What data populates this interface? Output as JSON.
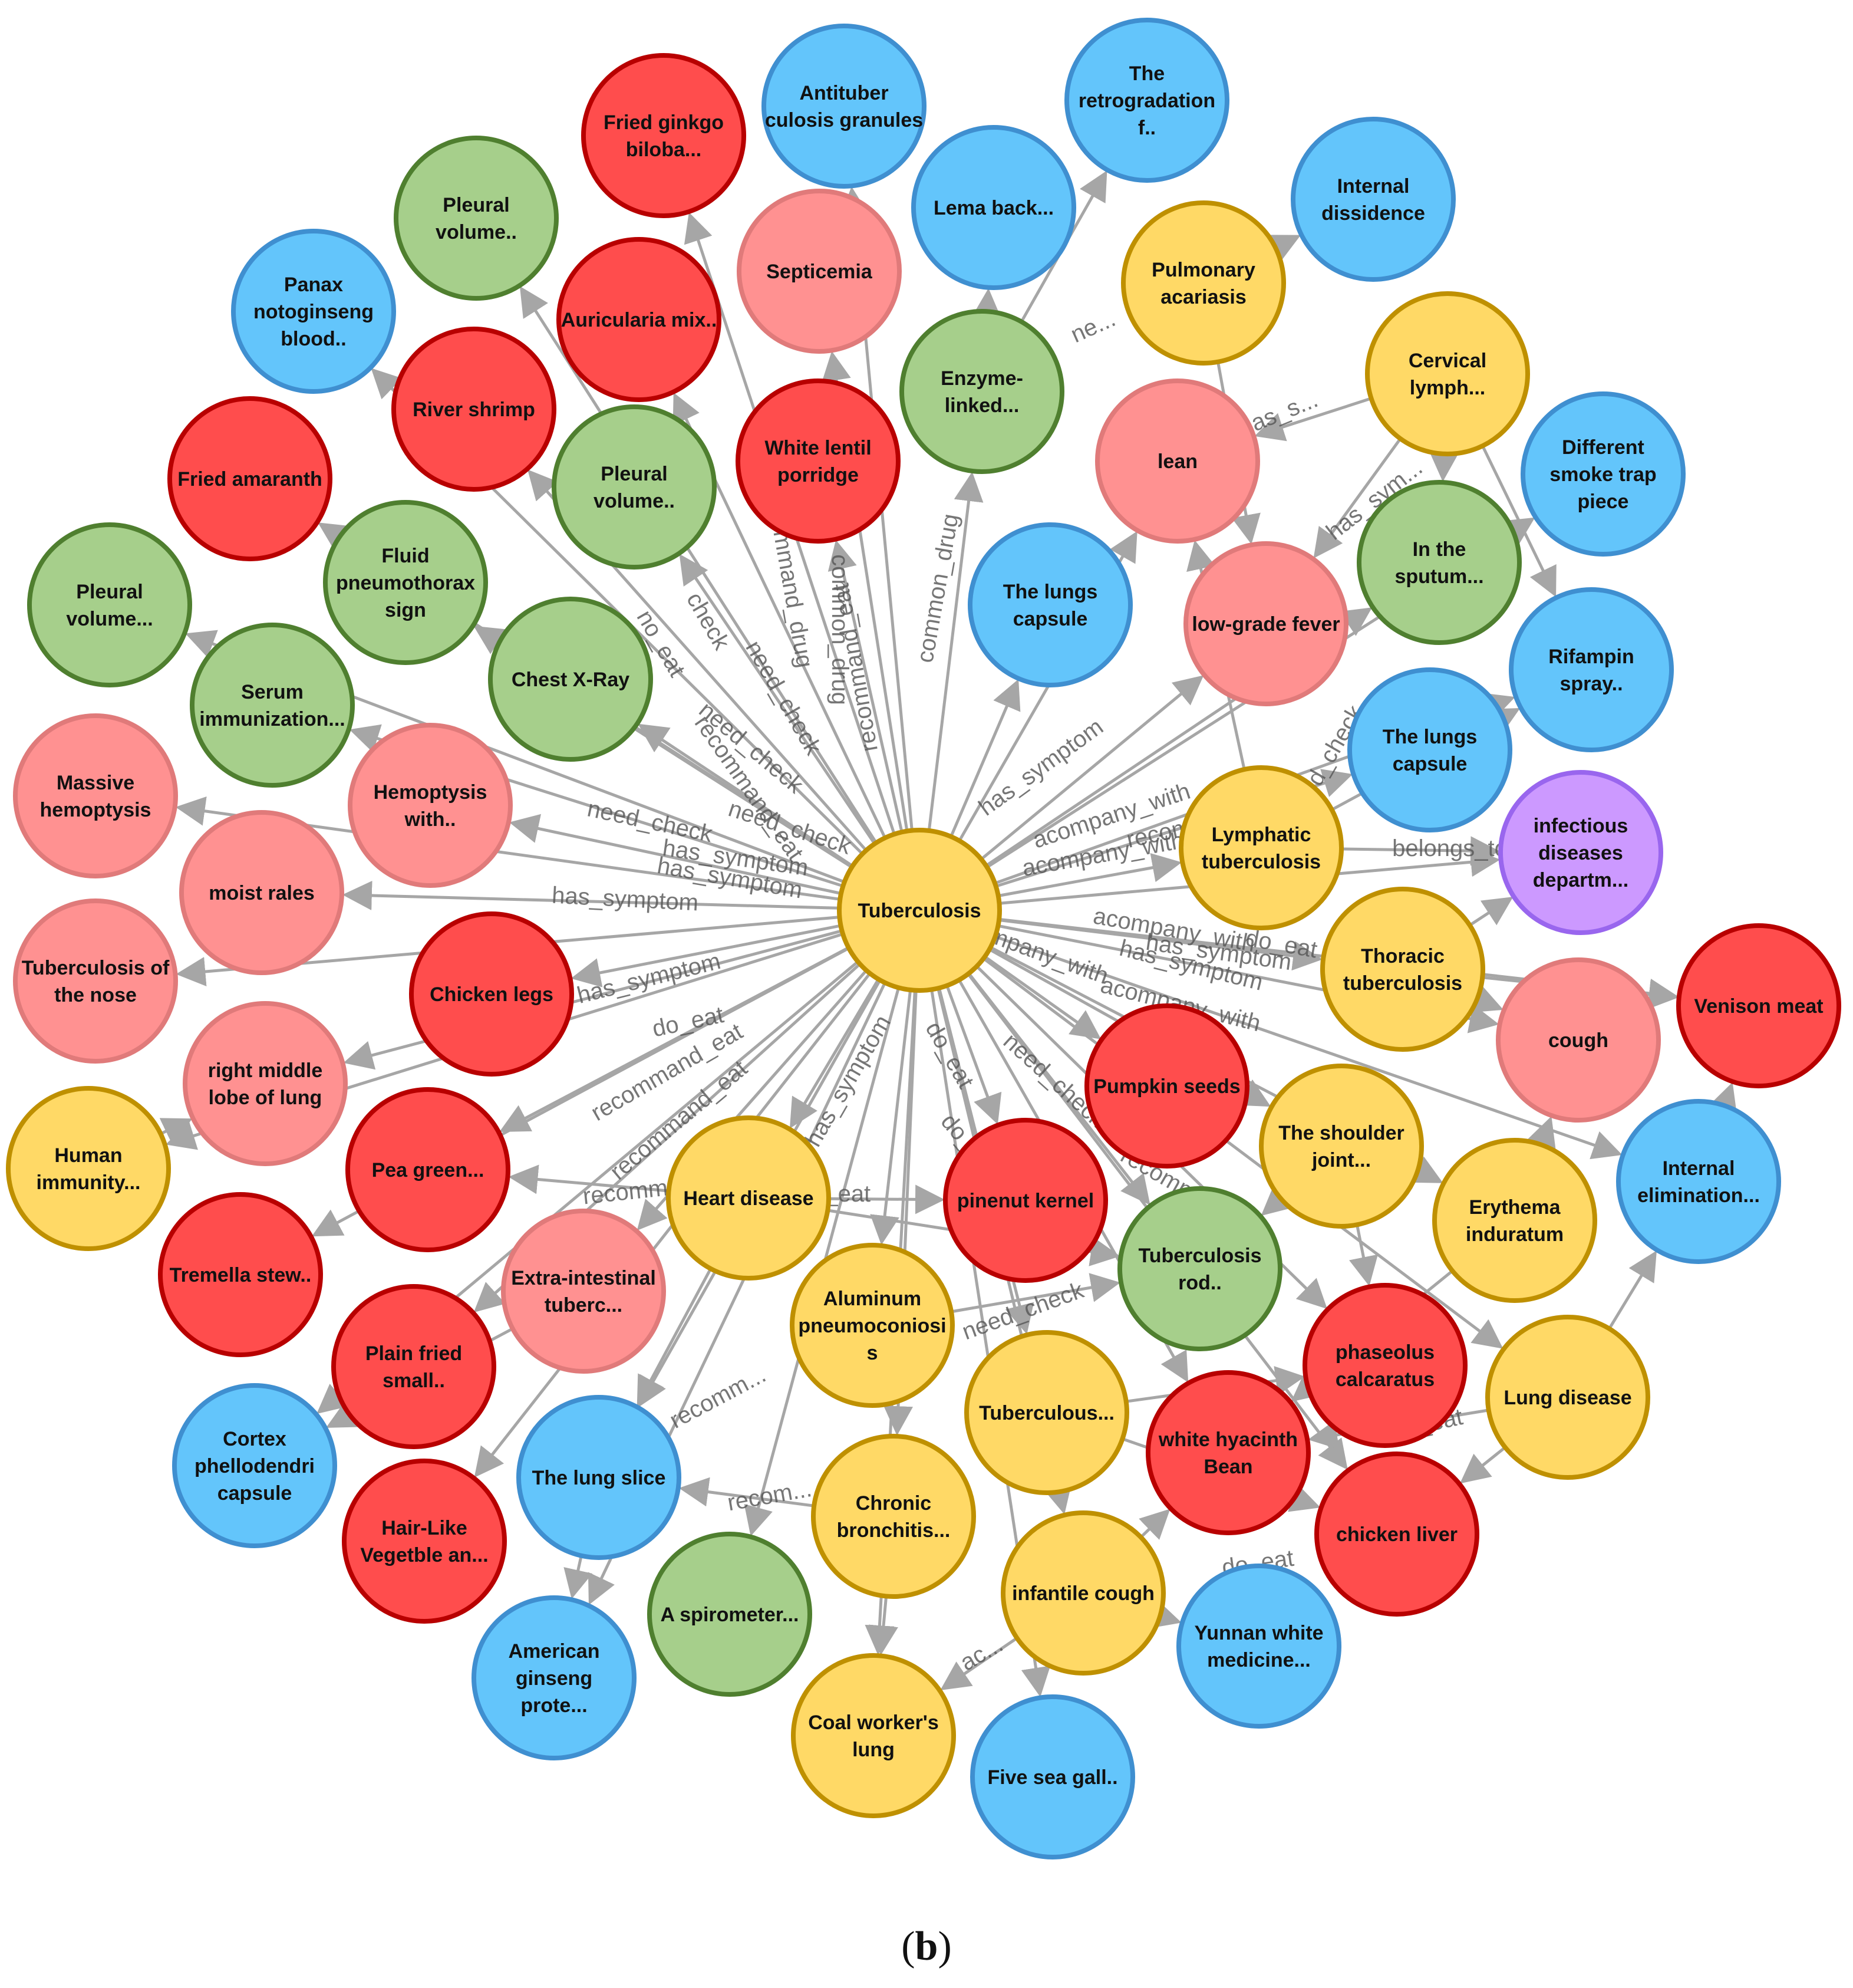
{
  "caption": {
    "open": "(",
    "letter": "b",
    "close": ")"
  },
  "palette": {
    "yellow": {
      "fill": "#ffd966",
      "stroke": "#bf9000"
    },
    "blue": {
      "fill": "#63c5fb",
      "stroke": "#3f8fd0"
    },
    "red": {
      "fill": "#ff4d4d",
      "stroke": "#b80000"
    },
    "pink": {
      "fill": "#ff9191",
      "stroke": "#e07a7a"
    },
    "green": {
      "fill": "#a6cf8b",
      "stroke": "#4f7f2f"
    },
    "purple": {
      "fill": "#cc99ff",
      "stroke": "#9966ee"
    },
    "edge": "#a6a6a6"
  },
  "center_id": "tuberculosis",
  "nodes": [
    {
      "id": "tuberculosis",
      "color": "yellow",
      "lines": [
        "Tuberculosis"
      ]
    },
    {
      "id": "antituber",
      "color": "blue",
      "lines": [
        "Antituber",
        "culosis granules"
      ]
    },
    {
      "id": "retrograd",
      "color": "blue",
      "lines": [
        "The",
        "retrogradation",
        "f.."
      ]
    },
    {
      "id": "fried-ginkgo",
      "color": "red",
      "lines": [
        "Fried ginkgo",
        "biloba..."
      ]
    },
    {
      "id": "pleural-vol-1",
      "color": "green",
      "lines": [
        "Pleural",
        "volume.."
      ]
    },
    {
      "id": "lema",
      "color": "blue",
      "lines": [
        "Lema back..."
      ]
    },
    {
      "id": "internal-dissidence",
      "color": "blue",
      "lines": [
        "Internal",
        "dissidence"
      ]
    },
    {
      "id": "septicemia",
      "color": "pink",
      "lines": [
        "Septicemia"
      ]
    },
    {
      "id": "panax",
      "color": "blue",
      "lines": [
        "Panax",
        "notoginseng",
        "blood.."
      ]
    },
    {
      "id": "auricularia",
      "color": "red",
      "lines": [
        "Auricularia mix.."
      ]
    },
    {
      "id": "pulmonary-acariasis",
      "color": "yellow",
      "lines": [
        "Pulmonary",
        "acariasis"
      ]
    },
    {
      "id": "river-shrimp",
      "color": "red",
      "lines": [
        "River shrimp"
      ]
    },
    {
      "id": "enzyme",
      "color": "green",
      "lines": [
        "Enzyme-",
        "linked..."
      ]
    },
    {
      "id": "cervical",
      "color": "yellow",
      "lines": [
        "Cervical",
        "lymph..."
      ]
    },
    {
      "id": "white-lentil",
      "color": "red",
      "lines": [
        "White lentil",
        "porridge"
      ]
    },
    {
      "id": "fried-amaranth",
      "color": "red",
      "lines": [
        "Fried amaranth"
      ]
    },
    {
      "id": "pleural-vol-2",
      "color": "green",
      "lines": [
        "Pleural",
        "volume.."
      ]
    },
    {
      "id": "lean",
      "color": "pink",
      "lines": [
        "lean"
      ]
    },
    {
      "id": "diff-smoke",
      "color": "blue",
      "lines": [
        "Different",
        "smoke trap",
        "piece"
      ]
    },
    {
      "id": "fluid-pneumo",
      "color": "green",
      "lines": [
        "Fluid",
        "pneumothorax",
        "sign"
      ]
    },
    {
      "id": "pleural-vol-3",
      "color": "green",
      "lines": [
        "Pleural",
        "volume..."
      ]
    },
    {
      "id": "in-sputum",
      "color": "green",
      "lines": [
        "In the",
        "sputum..."
      ]
    },
    {
      "id": "lungs-capsule-1",
      "color": "blue",
      "lines": [
        "The lungs",
        "capsule"
      ]
    },
    {
      "id": "low-grade-fever",
      "color": "pink",
      "lines": [
        "low-grade fever"
      ]
    },
    {
      "id": "rifampin",
      "color": "blue",
      "lines": [
        "Rifampin",
        "spray.."
      ]
    },
    {
      "id": "chest-xray",
      "color": "green",
      "lines": [
        "Chest X-Ray"
      ]
    },
    {
      "id": "serum",
      "color": "green",
      "lines": [
        "Serum",
        "immunization..."
      ]
    },
    {
      "id": "lungs-capsule-2",
      "color": "blue",
      "lines": [
        "The lungs",
        "capsule"
      ]
    },
    {
      "id": "massive-hemoptysis",
      "color": "pink",
      "lines": [
        "Massive",
        "hemoptysis"
      ]
    },
    {
      "id": "hemoptysis-with",
      "color": "pink",
      "lines": [
        "Hemoptysis",
        "with.."
      ]
    },
    {
      "id": "lymphatic-tb",
      "color": "yellow",
      "lines": [
        "Lymphatic",
        "tuberculosis"
      ]
    },
    {
      "id": "infectious-dept",
      "color": "purple",
      "lines": [
        "infectious",
        "diseases",
        "departm..."
      ]
    },
    {
      "id": "moist-rales",
      "color": "pink",
      "lines": [
        "moist rales"
      ]
    },
    {
      "id": "tb-nose",
      "color": "pink",
      "lines": [
        "Tuberculosis of",
        "the nose"
      ]
    },
    {
      "id": "chicken-legs",
      "color": "red",
      "lines": [
        "Chicken legs"
      ]
    },
    {
      "id": "thoracic-tb",
      "color": "yellow",
      "lines": [
        "Thoracic",
        "tuberculosis"
      ]
    },
    {
      "id": "venison",
      "color": "red",
      "lines": [
        "Venison meat"
      ]
    },
    {
      "id": "cough",
      "color": "pink",
      "lines": [
        "cough"
      ]
    },
    {
      "id": "right-middle",
      "color": "pink",
      "lines": [
        "right middle",
        "lobe of lung"
      ]
    },
    {
      "id": "pumpkin-seeds",
      "color": "red",
      "lines": [
        "Pumpkin seeds"
      ]
    },
    {
      "id": "human-immunity",
      "color": "yellow",
      "lines": [
        "Human",
        "immunity..."
      ]
    },
    {
      "id": "pea-green",
      "color": "red",
      "lines": [
        "Pea green..."
      ]
    },
    {
      "id": "shoulder-joint",
      "color": "yellow",
      "lines": [
        "The shoulder",
        "joint..."
      ]
    },
    {
      "id": "internal-elim",
      "color": "blue",
      "lines": [
        "Internal",
        "elimination..."
      ]
    },
    {
      "id": "heart-disease",
      "color": "yellow",
      "lines": [
        "Heart disease"
      ]
    },
    {
      "id": "pinenut",
      "color": "red",
      "lines": [
        "pinenut kernel"
      ]
    },
    {
      "id": "erythema",
      "color": "yellow",
      "lines": [
        "Erythema",
        "induratum"
      ]
    },
    {
      "id": "tremella",
      "color": "red",
      "lines": [
        "Tremella stew.."
      ]
    },
    {
      "id": "tb-rod",
      "color": "green",
      "lines": [
        "Tuberculosis",
        "rod.."
      ]
    },
    {
      "id": "extra-intestinal",
      "color": "pink",
      "lines": [
        "Extra-intestinal",
        "tuberc..."
      ]
    },
    {
      "id": "aluminum",
      "color": "yellow",
      "lines": [
        "Aluminum",
        "pneumoconiosi",
        "s"
      ]
    },
    {
      "id": "plain-fried",
      "color": "red",
      "lines": [
        "Plain fried",
        "small.."
      ]
    },
    {
      "id": "phaseolus",
      "color": "red",
      "lines": [
        "phaseolus",
        "calcaratus"
      ]
    },
    {
      "id": "lung-disease",
      "color": "yellow",
      "lines": [
        "Lung disease"
      ]
    },
    {
      "id": "tuberculous",
      "color": "yellow",
      "lines": [
        "Tuberculous..."
      ]
    },
    {
      "id": "cortex",
      "color": "blue",
      "lines": [
        "Cortex",
        "phellodendri",
        "capsule"
      ]
    },
    {
      "id": "white-hyacinth",
      "color": "red",
      "lines": [
        "white hyacinth",
        "Bean"
      ]
    },
    {
      "id": "lung-slice",
      "color": "blue",
      "lines": [
        "The lung slice"
      ]
    },
    {
      "id": "chronic-bronchitis",
      "color": "yellow",
      "lines": [
        "Chronic",
        "bronchitis..."
      ]
    },
    {
      "id": "hair-like",
      "color": "red",
      "lines": [
        "Hair-Like",
        "Vegetble an..."
      ]
    },
    {
      "id": "chicken-liver",
      "color": "red",
      "lines": [
        "chicken liver"
      ]
    },
    {
      "id": "infantile-cough",
      "color": "yellow",
      "lines": [
        "infantile cough"
      ]
    },
    {
      "id": "spirometer",
      "color": "green",
      "lines": [
        "A spirometer..."
      ]
    },
    {
      "id": "american-ginseng",
      "color": "blue",
      "lines": [
        "American",
        "ginseng",
        "prote..."
      ]
    },
    {
      "id": "yunnan",
      "color": "blue",
      "lines": [
        "Yunnan white",
        "medicine..."
      ]
    },
    {
      "id": "coal-worker",
      "color": "yellow",
      "lines": [
        "Coal worker's",
        "lung"
      ]
    },
    {
      "id": "five-sea",
      "color": "blue",
      "lines": [
        "Five sea gall.."
      ]
    }
  ],
  "edges": [
    {
      "from": "tuberculosis",
      "to": "antituber"
    },
    {
      "from": "tuberculosis",
      "to": "fried-ginkgo"
    },
    {
      "from": "tuberculosis",
      "to": "pleural-vol-1"
    },
    {
      "from": "tuberculosis",
      "to": "septicemia"
    },
    {
      "from": "tuberculosis",
      "to": "auricularia"
    },
    {
      "from": "tuberculosis",
      "to": "river-shrimp"
    },
    {
      "from": "tuberculosis",
      "to": "white-lentil"
    },
    {
      "from": "tuberculosis",
      "to": "panax"
    },
    {
      "from": "tuberculosis",
      "to": "enzyme"
    },
    {
      "from": "tuberculosis",
      "to": "fried-amaranth"
    },
    {
      "from": "tuberculosis",
      "to": "pleural-vol-2"
    },
    {
      "from": "tuberculosis",
      "to": "fluid-pneumo"
    },
    {
      "from": "tuberculosis",
      "to": "pleural-vol-3"
    },
    {
      "from": "tuberculosis",
      "to": "chest-xray"
    },
    {
      "from": "tuberculosis",
      "to": "serum"
    },
    {
      "from": "tuberculosis",
      "to": "lungs-capsule-1"
    },
    {
      "from": "tuberculosis",
      "to": "lean"
    },
    {
      "from": "tuberculosis",
      "to": "low-grade-fever"
    },
    {
      "from": "tuberculosis",
      "to": "massive-hemoptysis"
    },
    {
      "from": "tuberculosis",
      "to": "hemoptysis-with"
    },
    {
      "from": "tuberculosis",
      "to": "moist-rales"
    },
    {
      "from": "tuberculosis",
      "to": "tb-nose"
    },
    {
      "from": "tuberculosis",
      "to": "chicken-legs"
    },
    {
      "from": "tuberculosis",
      "to": "right-middle"
    },
    {
      "from": "tuberculosis",
      "to": "human-immunity"
    },
    {
      "from": "tuberculosis",
      "to": "pea-green"
    },
    {
      "from": "tuberculosis",
      "to": "tremella"
    },
    {
      "from": "tuberculosis",
      "to": "plain-fried"
    },
    {
      "from": "tuberculosis",
      "to": "extra-intestinal"
    },
    {
      "from": "tuberculosis",
      "to": "heart-disease"
    },
    {
      "from": "tuberculosis",
      "to": "lung-slice"
    },
    {
      "from": "tuberculosis",
      "to": "cortex"
    },
    {
      "from": "tuberculosis",
      "to": "hair-like"
    },
    {
      "from": "tuberculosis",
      "to": "aluminum"
    },
    {
      "from": "tuberculosis",
      "to": "spirometer"
    },
    {
      "from": "tuberculosis",
      "to": "american-ginseng"
    },
    {
      "from": "tuberculosis",
      "to": "chronic-bronchitis"
    },
    {
      "from": "tuberculosis",
      "to": "coal-worker"
    },
    {
      "from": "tuberculosis",
      "to": "pinenut"
    },
    {
      "from": "tuberculosis",
      "to": "tuberculous"
    },
    {
      "from": "tuberculosis",
      "to": "infantile-cough"
    },
    {
      "from": "tuberculosis",
      "to": "five-sea"
    },
    {
      "from": "tuberculosis",
      "to": "tb-rod"
    },
    {
      "from": "tuberculosis",
      "to": "pumpkin-seeds"
    },
    {
      "from": "tuberculosis",
      "to": "white-hyacinth"
    },
    {
      "from": "tuberculosis",
      "to": "shoulder-joint"
    },
    {
      "from": "tuberculosis",
      "to": "phaseolus"
    },
    {
      "from": "tuberculosis",
      "to": "chicken-liver"
    },
    {
      "from": "tuberculosis",
      "to": "erythema"
    },
    {
      "from": "tuberculosis",
      "to": "thoracic-tb"
    },
    {
      "from": "tuberculosis",
      "to": "cough"
    },
    {
      "from": "tuberculosis",
      "to": "venison"
    },
    {
      "from": "tuberculosis",
      "to": "lymphatic-tb"
    },
    {
      "from": "tuberculosis",
      "to": "infectious-dept"
    },
    {
      "from": "tuberculosis",
      "to": "lungs-capsule-2"
    },
    {
      "from": "tuberculosis",
      "to": "rifampin"
    },
    {
      "from": "tuberculosis",
      "to": "in-sputum"
    },
    {
      "from": "tuberculosis",
      "to": "diff-smoke"
    },
    {
      "from": "tuberculosis",
      "to": "internal-elim"
    },
    {
      "from": "tuberculosis",
      "to": "lung-disease"
    },
    {
      "from": "enzyme",
      "to": "retrograd"
    },
    {
      "from": "enzyme",
      "to": "lema"
    },
    {
      "from": "pulmonary-acariasis",
      "to": "internal-dissidence"
    },
    {
      "from": "pulmonary-acariasis",
      "to": "low-grade-fever"
    },
    {
      "from": "cervical",
      "to": "lean"
    },
    {
      "from": "cervical",
      "to": "in-sputum"
    },
    {
      "from": "cervical",
      "to": "rifampin"
    },
    {
      "from": "cervical",
      "to": "low-grade-fever"
    },
    {
      "from": "lymphatic-tb",
      "to": "lean"
    },
    {
      "from": "lymphatic-tb",
      "to": "infectious-dept"
    },
    {
      "from": "lymphatic-tb",
      "to": "rifampin"
    },
    {
      "from": "thoracic-tb",
      "to": "infectious-dept"
    },
    {
      "from": "thoracic-tb",
      "to": "cough"
    },
    {
      "from": "thoracic-tb",
      "to": "venison"
    },
    {
      "from": "internal-elim",
      "to": "venison"
    },
    {
      "from": "heart-disease",
      "to": "pinenut"
    },
    {
      "from": "heart-disease",
      "to": "pea-green"
    },
    {
      "from": "heart-disease",
      "to": "lung-slice"
    },
    {
      "from": "heart-disease",
      "to": "tb-rod"
    },
    {
      "from": "shoulder-joint",
      "to": "tb-rod"
    },
    {
      "from": "shoulder-joint",
      "to": "phaseolus"
    },
    {
      "from": "erythema",
      "to": "white-hyacinth"
    },
    {
      "from": "erythema",
      "to": "cough"
    },
    {
      "from": "lung-disease",
      "to": "chicken-liver"
    },
    {
      "from": "lung-disease",
      "to": "white-hyacinth"
    },
    {
      "from": "lung-disease",
      "to": "internal-elim"
    },
    {
      "from": "tuberculous",
      "to": "phaseolus"
    },
    {
      "from": "tuberculous",
      "to": "chicken-liver"
    },
    {
      "from": "infantile-cough",
      "to": "yunnan"
    },
    {
      "from": "infantile-cough",
      "to": "coal-worker"
    },
    {
      "from": "infantile-cough",
      "to": "white-hyacinth"
    },
    {
      "from": "chronic-bronchitis",
      "to": "lung-slice"
    },
    {
      "from": "chronic-bronchitis",
      "to": "coal-worker"
    },
    {
      "from": "extra-intestinal",
      "to": "cortex"
    },
    {
      "from": "aluminum",
      "to": "tb-rod"
    },
    {
      "from": "human-immunity",
      "to": "right-middle"
    },
    {
      "from": "lung-slice",
      "to": "american-ginseng"
    }
  ],
  "edge_labels": [
    "need_check",
    "recommand_eat",
    "has_symptom",
    "need_check",
    "ne...",
    "has_s...",
    "has_sym...",
    "has_symptom",
    "has_symptom",
    "has_symptom",
    "has_symptom",
    "acompany_with",
    "recommand",
    "has_symptom",
    "acompany_with",
    "do_eat",
    "do_eat",
    "need_check",
    "do_eat",
    "need_check",
    "recomm...",
    "recom...",
    "do_eat",
    "ac...",
    "no_eat",
    "common_drug",
    "recommand_drug",
    "need_check",
    "belongs_to",
    "acompany_with",
    "do_eat",
    "has_symptom",
    "recommand",
    "recommand_eat",
    "need_check",
    "recomma...",
    "common_drug",
    "recommand_eat",
    "no_eat",
    "check",
    "need_check",
    "recommand_eat",
    "acompany_with",
    "do_eat",
    "acompany_with",
    "has_symptom"
  ]
}
